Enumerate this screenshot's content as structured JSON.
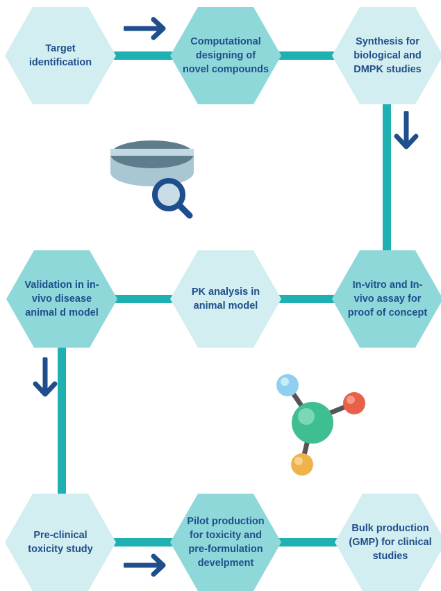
{
  "colors": {
    "connector": "#1fb1b2",
    "hex_light": "#d3eef0",
    "hex_dark": "#8fd8da",
    "text": "#1f4e8c",
    "arrow": "#1f4e8c"
  },
  "steps": [
    {
      "label": "Target identification"
    },
    {
      "label": "Computational designing of novel compounds"
    },
    {
      "label": "Synthesis for biological and DMPK studies"
    },
    {
      "label": "In-vitro and In-vivo assay for proof of concept"
    },
    {
      "label": "PK analysis in animal model"
    },
    {
      "label": "Validation in in-vivo disease animal d model"
    },
    {
      "label": "Pre-clinical toxicity study"
    },
    {
      "label": "Pilot production for toxicity and pre-formulation develpment"
    },
    {
      "label": "Bulk production (GMP)  for clinical studies"
    }
  ],
  "icons": {
    "pill_search": "pill-with-magnifier-icon",
    "molecule": "molecule-icon",
    "arrow": "arrow-icon"
  }
}
